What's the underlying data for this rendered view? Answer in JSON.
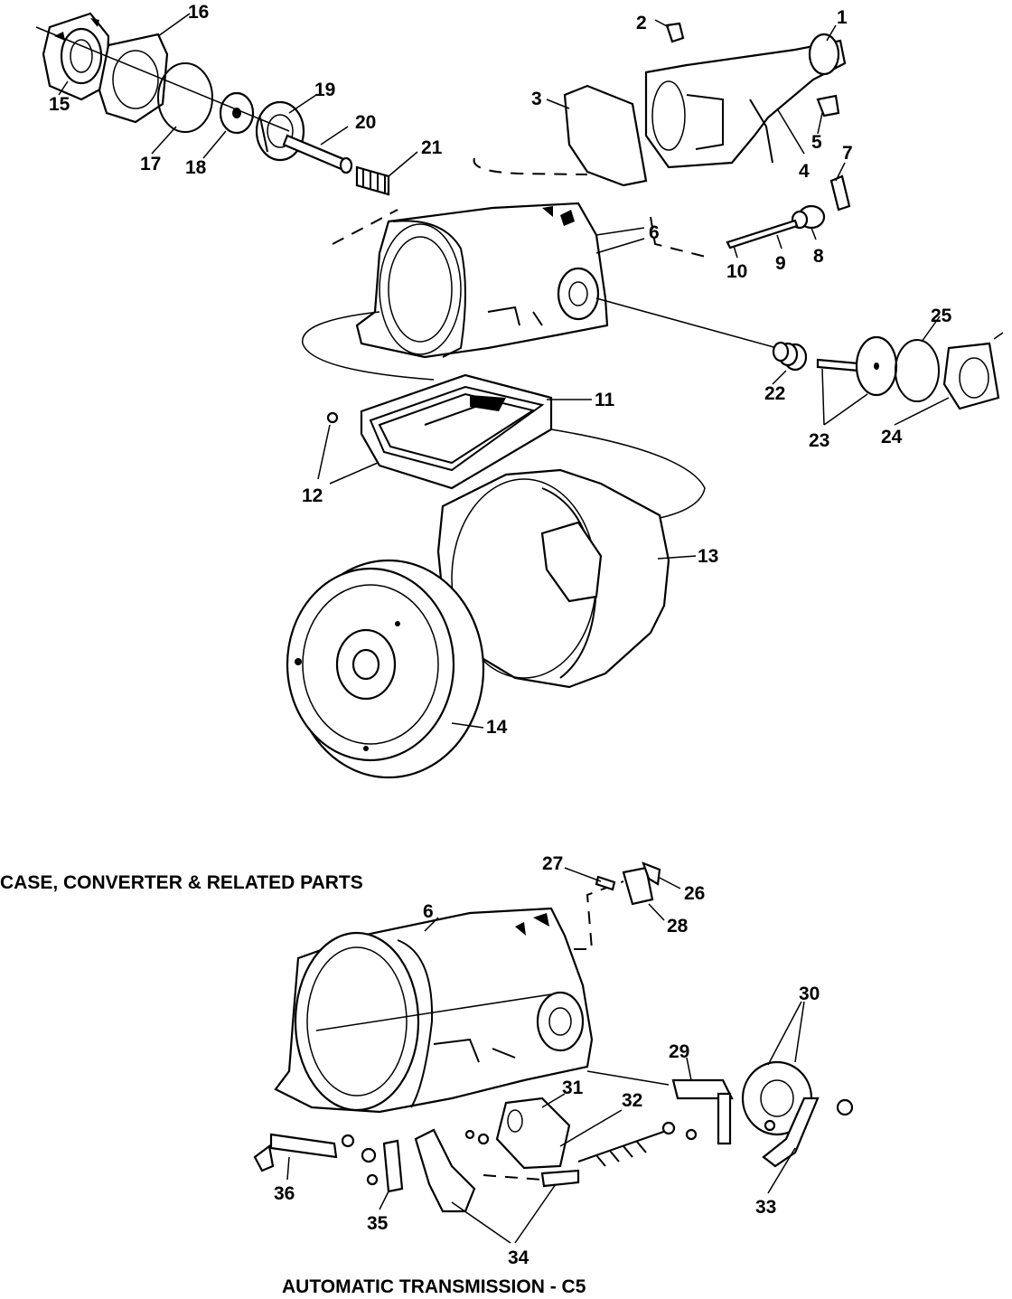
{
  "captions": {
    "section": "CASE, CONVERTER & RELATED PARTS",
    "title": "AUTOMATIC TRANSMISSION - C5"
  },
  "callouts": [
    "1",
    "2",
    "3",
    "4",
    "5",
    "6",
    "7",
    "8",
    "9",
    "10",
    "11",
    "12",
    "13",
    "14",
    "15",
    "16",
    "17",
    "18",
    "19",
    "20",
    "21",
    "22",
    "23",
    "24",
    "25",
    "6",
    "27",
    "26",
    "28",
    "29",
    "30",
    "31",
    "32",
    "33",
    "34",
    "35",
    "36"
  ]
}
